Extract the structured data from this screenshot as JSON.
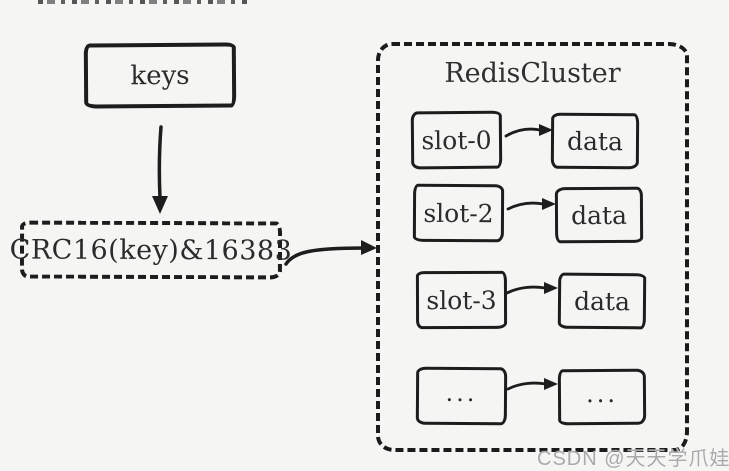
{
  "colors": {
    "background": "#f5f5f4",
    "ink": "#1d1d1d",
    "text": "#2b2b2b",
    "watermark": "#a9a9a9"
  },
  "flow": {
    "keys_label": "keys",
    "hash_label": "CRC16(key)&16383"
  },
  "cluster": {
    "title": "RedisCluster",
    "rows": [
      {
        "slot": "slot-0",
        "data": "data"
      },
      {
        "slot": "slot-2",
        "data": "data"
      },
      {
        "slot": "slot-3",
        "data": "data"
      },
      {
        "slot": "...",
        "data": "..."
      }
    ]
  },
  "watermark": "CSDN @天天学爪娃",
  "icons": {
    "down_arrow": "↓",
    "right_arrow": "→"
  }
}
